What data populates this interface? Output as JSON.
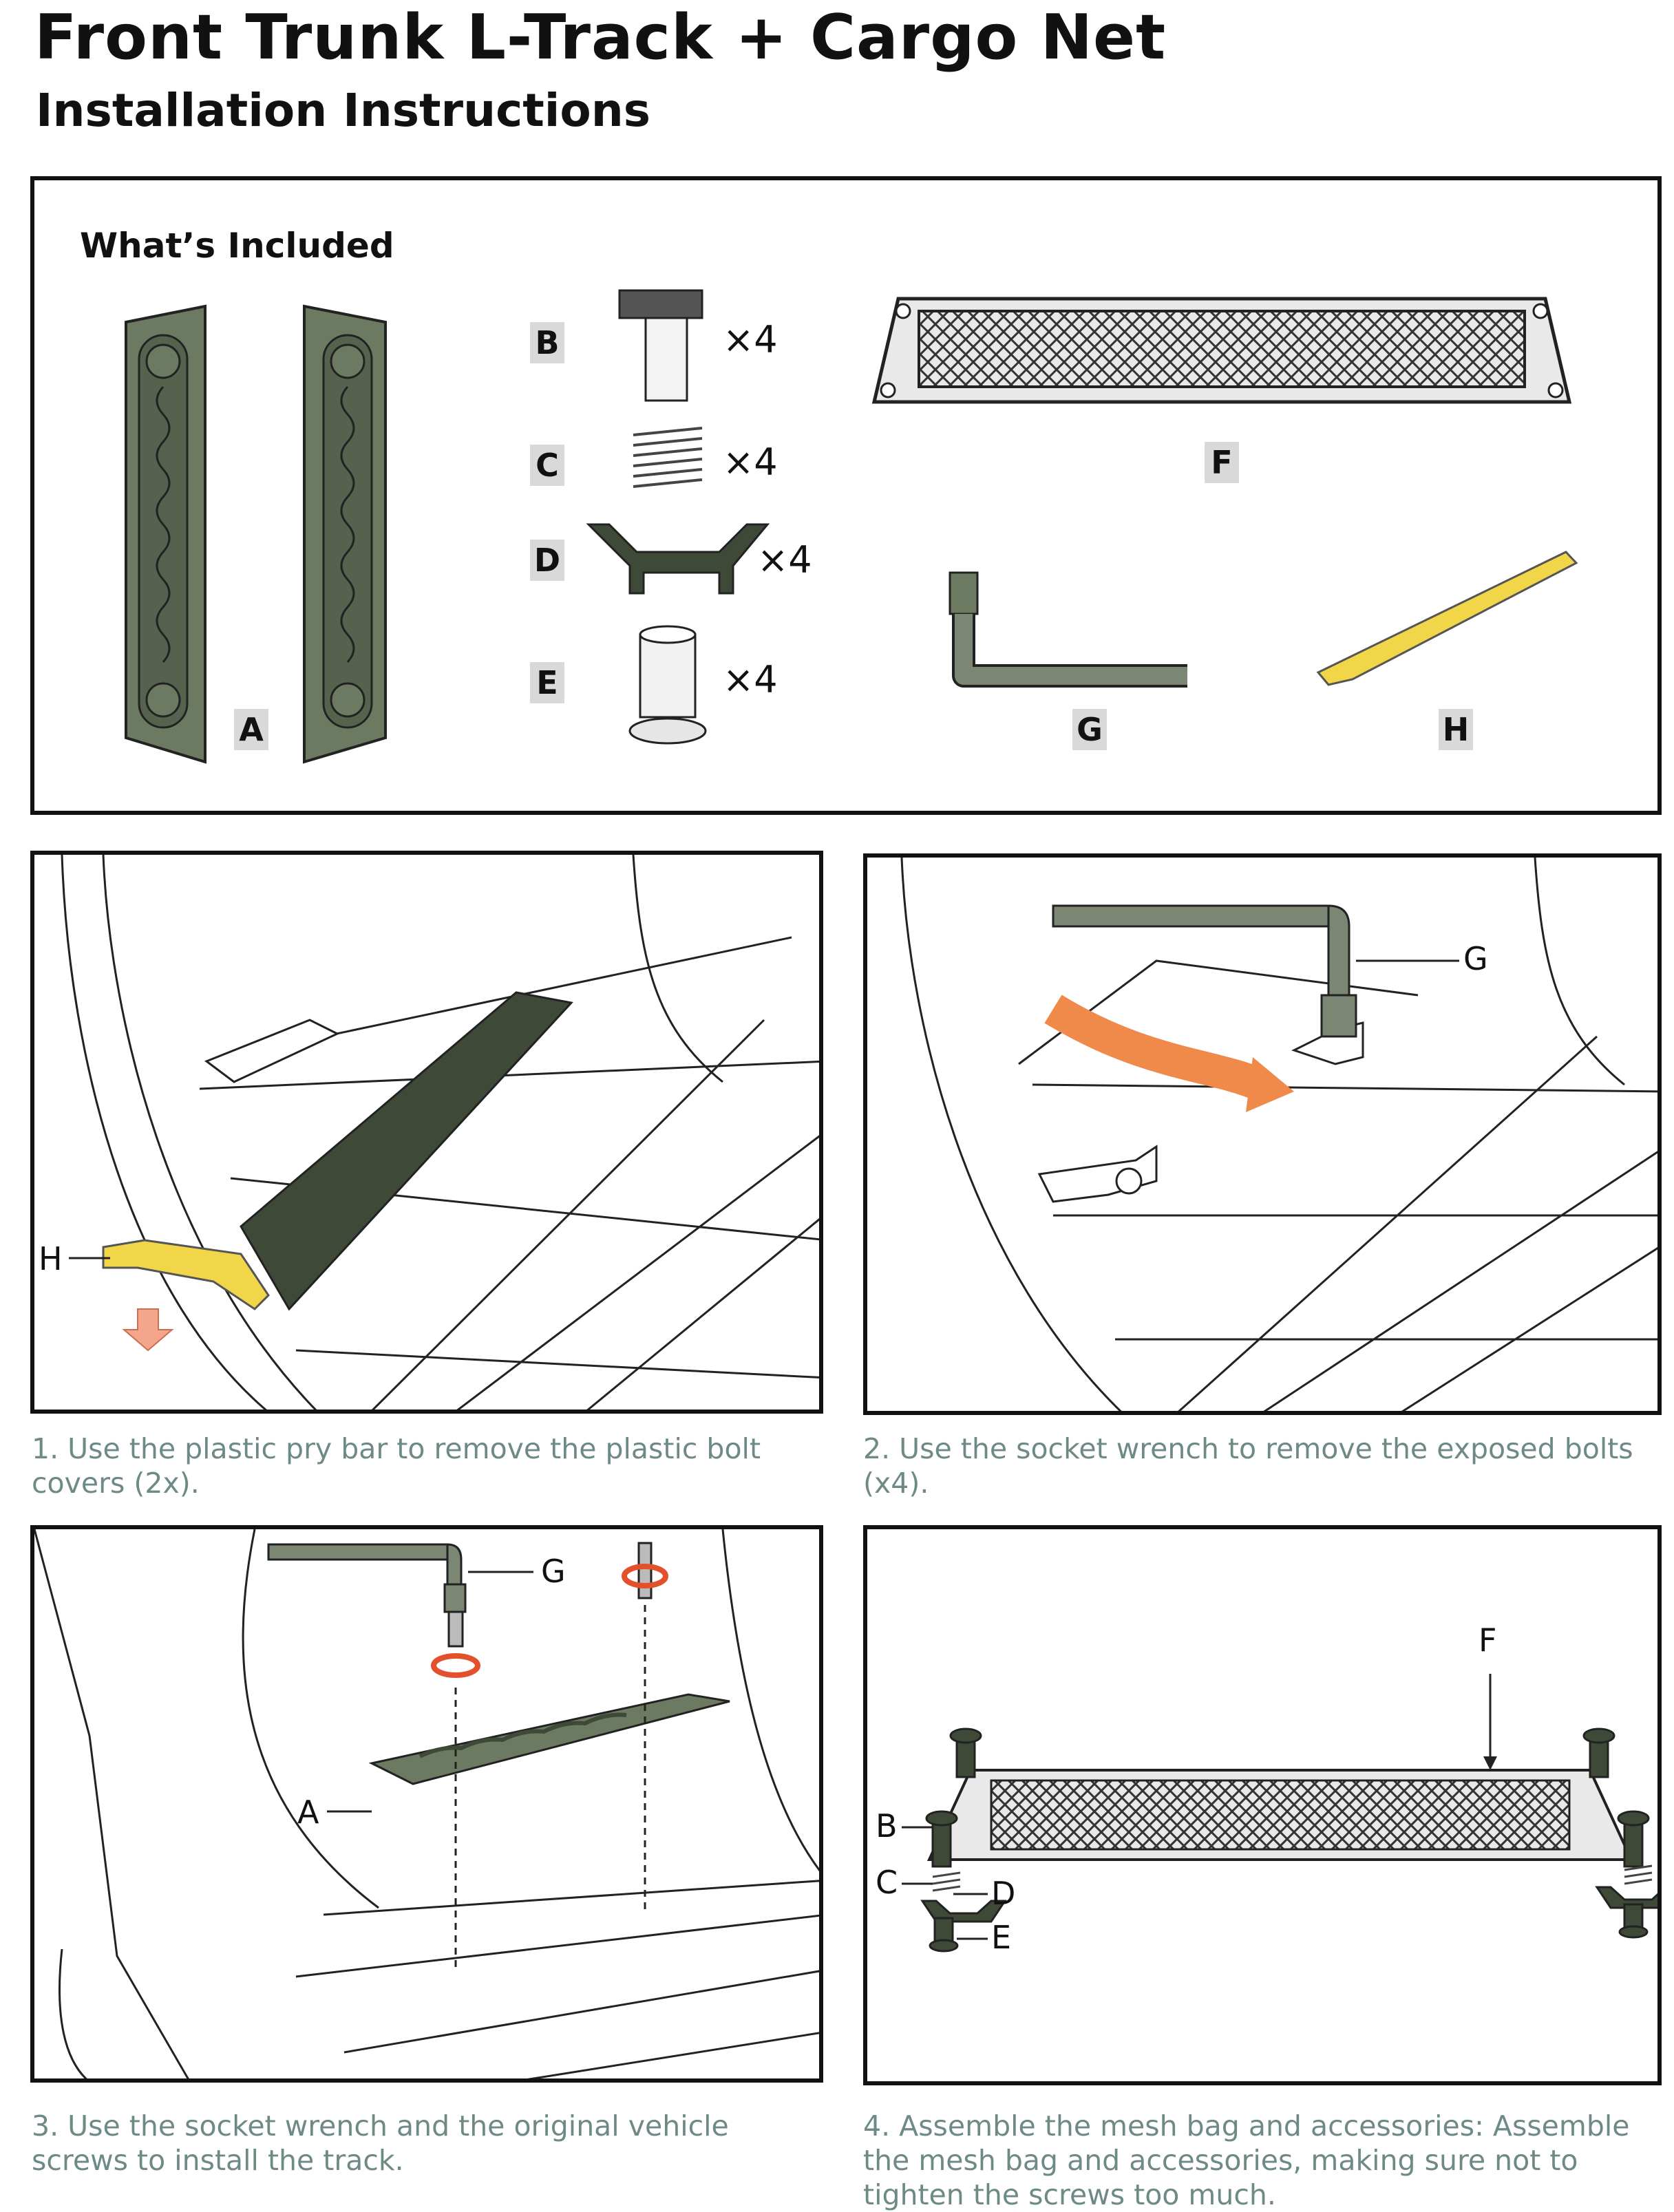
{
  "header": {
    "title": "Front Trunk L-Track + Cargo Net",
    "subtitle": "Installation Instructions"
  },
  "included": {
    "heading": "What’s Included",
    "parts": [
      {
        "letter": "A",
        "qty": ""
      },
      {
        "letter": "B",
        "qty": "×4"
      },
      {
        "letter": "C",
        "qty": "×4"
      },
      {
        "letter": "D",
        "qty": "×4"
      },
      {
        "letter": "E",
        "qty": "×4"
      },
      {
        "letter": "F",
        "qty": ""
      },
      {
        "letter": "G",
        "qty": ""
      },
      {
        "letter": "H",
        "qty": ""
      }
    ]
  },
  "steps": [
    {
      "caption": "1. Use the plastic pry bar to remove the plastic bolt covers (2x).",
      "callouts": [
        "H"
      ]
    },
    {
      "caption": "2. Use the socket wrench to remove the exposed bolts (x4).",
      "callouts": [
        "G"
      ]
    },
    {
      "caption": "3. Use the socket wrench and the original vehicle screws to install the track.",
      "callouts": [
        "G",
        "A"
      ]
    },
    {
      "caption": "4. Assemble the mesh bag and accessories: Assemble the mesh bag and accessories, making sure not to tighten the screws too much.",
      "callouts": [
        "F",
        "B",
        "C",
        "D",
        "E"
      ]
    }
  ],
  "colors": {
    "track_green": "#6d7a62",
    "dark_green": "#3e4a37",
    "pry_yellow": "#f2d64a",
    "arrow_orange": "#f08a4b",
    "rotate_red": "#e2502c",
    "caption_teal": "#6e8a86",
    "label_box": "#d9d9d9"
  }
}
